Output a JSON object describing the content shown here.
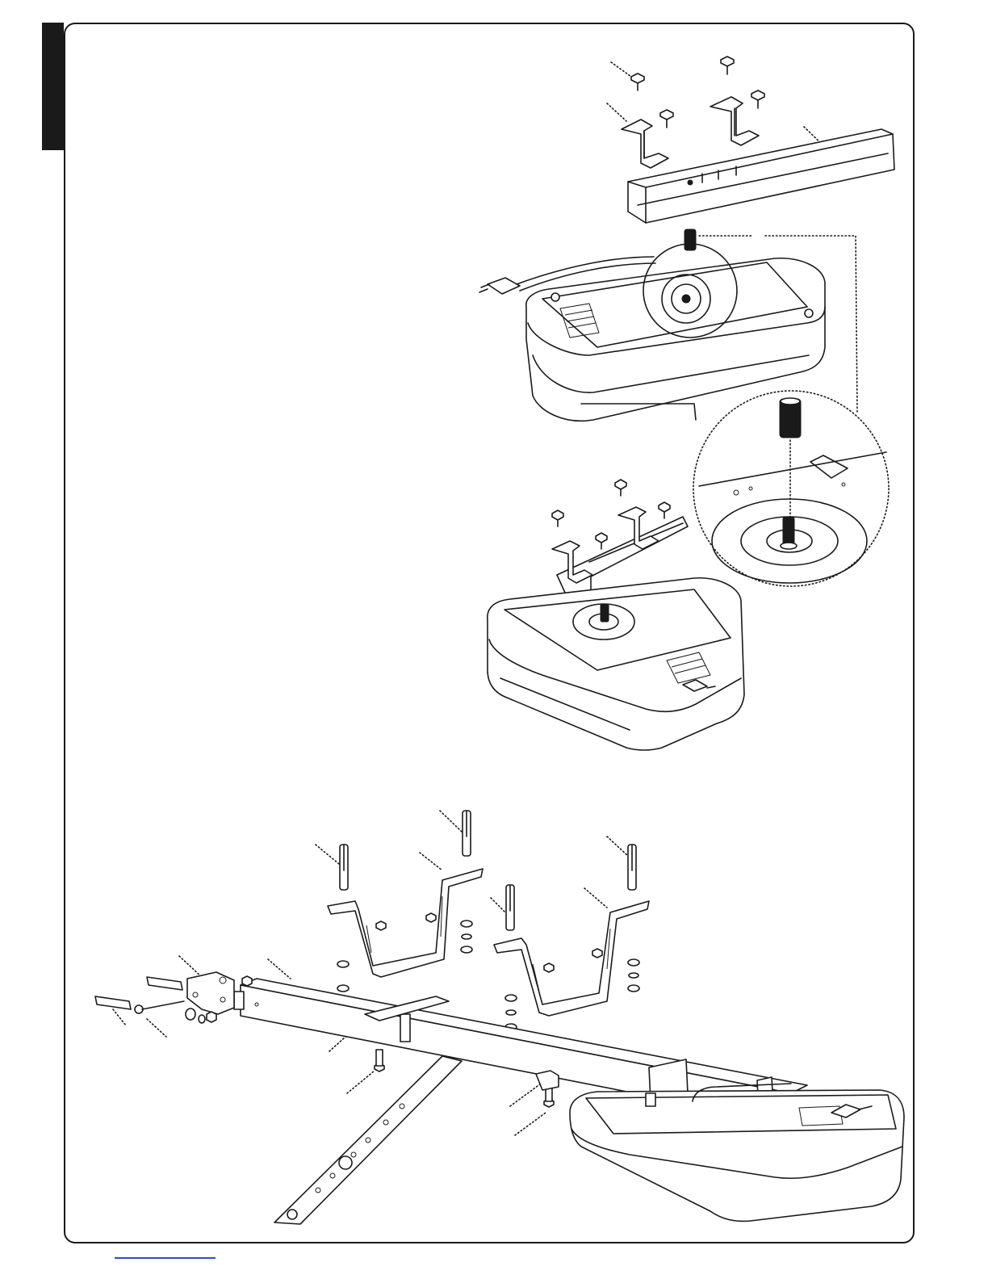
{
  "page": {
    "accent_tab_color": "#1a1a1a",
    "footer_rule_color": "#2b50c8"
  },
  "figures": [
    {
      "id": "rail-bracket-exploded",
      "icon": "rail-bracket-exploded-icon"
    },
    {
      "id": "motor-unit-top",
      "icon": "motor-unit-icon"
    },
    {
      "id": "sprocket-detail",
      "icon": "sprocket-detail-icon"
    },
    {
      "id": "motor-rail-assembled",
      "icon": "motor-rail-assembled-icon"
    },
    {
      "id": "ceiling-mount-exploded",
      "icon": "ceiling-mount-exploded-icon"
    }
  ]
}
